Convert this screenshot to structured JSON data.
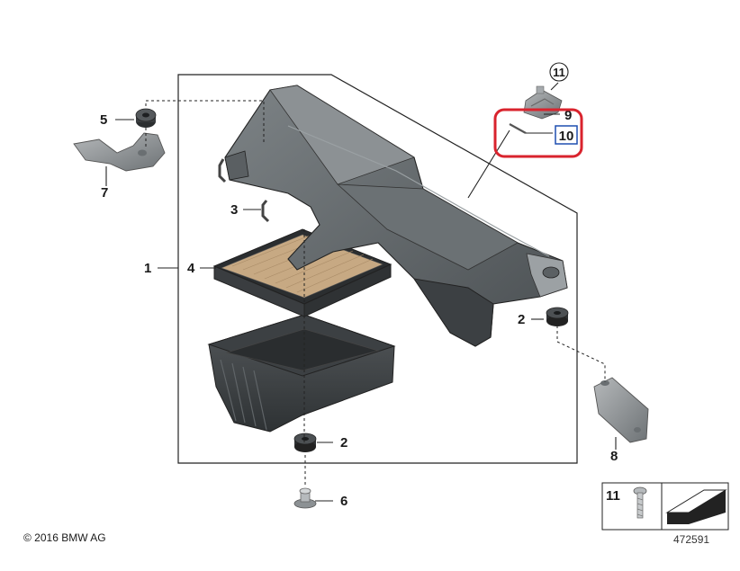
{
  "labels": {
    "l1": "1",
    "l2a": "2",
    "l2b": "2",
    "l3": "3",
    "l4": "4",
    "l5": "5",
    "l6": "6",
    "l7": "7",
    "l8": "8",
    "l9": "9",
    "l10": "10",
    "l11": "11"
  },
  "legend": {
    "number": "11"
  },
  "footer": {
    "copyright": "© 2016 BMW AG",
    "ref": "472591"
  },
  "colors": {
    "highlight": "#d9232d",
    "selected_label_border": "#1f4fb0",
    "part_dark": "#555b5e",
    "part_light": "#8a8f92"
  }
}
